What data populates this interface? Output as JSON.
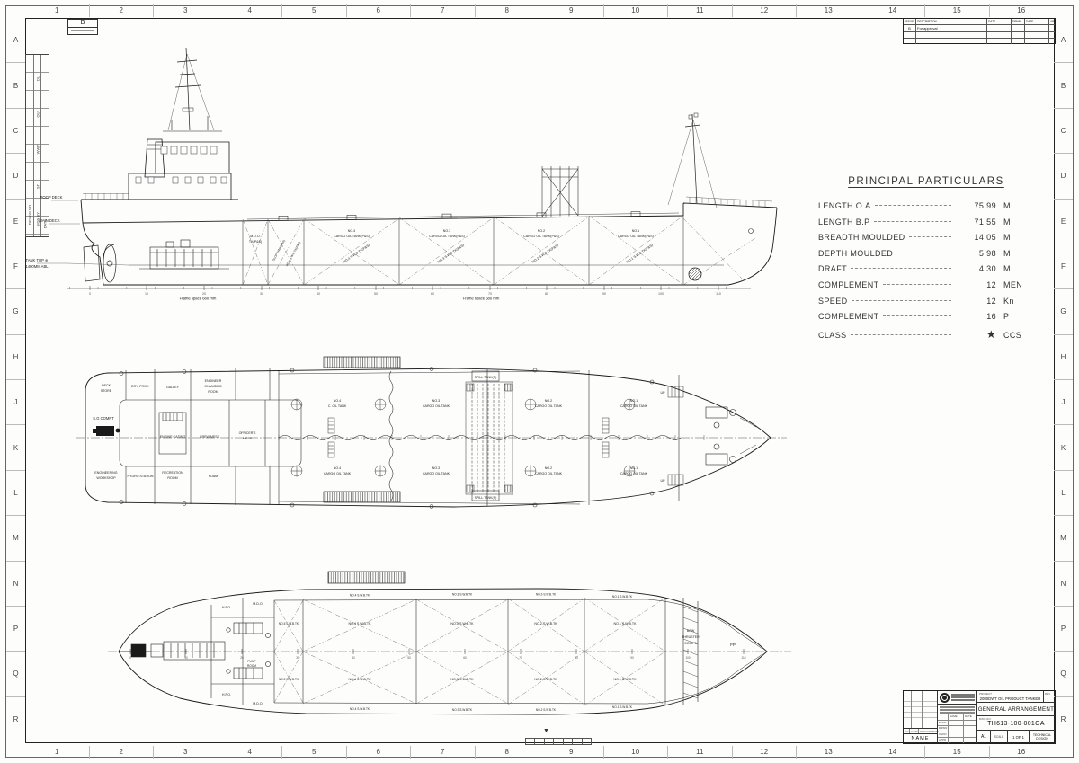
{
  "sheet": {
    "grid_numbers": [
      "1",
      "2",
      "3",
      "4",
      "5",
      "6",
      "7",
      "8",
      "9",
      "10",
      "11",
      "12",
      "13",
      "14",
      "15",
      "16"
    ],
    "grid_letters": [
      "A",
      "B",
      "C",
      "D",
      "E",
      "F",
      "G",
      "H",
      "J",
      "K",
      "L",
      "M",
      "N",
      "P",
      "Q",
      "R"
    ],
    "corner_rev": "B"
  },
  "revision_table": {
    "col_issue": "ISSUE",
    "col_desc": "DESCRIPTION",
    "col_date": "DATE",
    "col_drwn": "DRWN",
    "col_date2": "DATE",
    "col_appd": "APPD",
    "row_issue": "B",
    "row_desc": "For approval"
  },
  "signoff": {
    "col1": "DESIGN NO",
    "col2": "SIGN BY",
    "col3": "DATE",
    "entries": [
      "DL",
      "OU",
      "WWP",
      "ST"
    ]
  },
  "particulars": {
    "title": "PRINCIPAL PARTICULARS",
    "rows": [
      {
        "label": "LENGTH O.A",
        "value": "75.99",
        "unit": "M"
      },
      {
        "label": "LENGTH B.P",
        "value": "71.55",
        "unit": "M"
      },
      {
        "label": "BREADTH MOULDED",
        "value": "14.05",
        "unit": "M"
      },
      {
        "label": "DEPTH MOULDED",
        "value": "5.98",
        "unit": "M"
      },
      {
        "label": "DRAFT",
        "value": "4.30",
        "unit": "M"
      },
      {
        "label": "COMPLEMENT",
        "value": "12",
        "unit": "MEN"
      },
      {
        "label": "SPEED",
        "value": "12",
        "unit": "Kn"
      },
      {
        "label": "COMPLEMENT",
        "value": "16",
        "unit": "P"
      },
      {
        "label": "CLASS",
        "value": "★",
        "unit": "CCS"
      }
    ]
  },
  "title_block": {
    "project_label": "PROJECT",
    "project": "2080DWT OIL PRODUCT TANKER",
    "title": "GENERAL ARRANGEMENT",
    "dwg_label": "DWG.NO.",
    "dwg_no": "TH613-100-001GA",
    "size": "A1",
    "scale_label": "SCALE",
    "sheet": "1 OF 1",
    "dept": "TECHNICAL DESIGN",
    "name_label": "NAME",
    "no_label": "NO.",
    "date_label": "DATE",
    "desc_label": "DESCRIPTION",
    "sign_rows": [
      "DESN",
      "DRWN",
      "CHKD",
      "APPD"
    ],
    "sign_name": "NAME",
    "sign_date": "DATE",
    "rev_label": "REV."
  },
  "profile": {
    "deck_poop": "POOP DECK",
    "deck_main": "MAIN DECK",
    "tank_top_1": "TANK TOP ⊕",
    "tank_top_2": "1400MM ABL",
    "tanks": [
      {
        "no": "M.D.O.",
        "name": "TK(P&S)"
      },
      {
        "no": "NO.4",
        "name": "CARGO OIL TANK(P&S)"
      },
      {
        "no": "NO.3",
        "name": "CARGO OIL TANK(P&S)"
      },
      {
        "no": "NO.2",
        "name": "CARGO OIL TANK(P&S)"
      },
      {
        "no": "NO.1",
        "name": "CARGO OIL TANK(P&S)"
      }
    ],
    "diag": [
      "SLOP TANK(P&S)",
      "NO.5 S.W.B.TK(P&S)",
      "NO.4 S.W.B.TK(P&S)",
      "NO.3 S.W.B.TK(P&S)",
      "NO.2 S.W.B.TK(P&S)",
      "NO.1 S.W.B.TK(P&S)"
    ],
    "frame_note": "Frame space 680 mm"
  },
  "plan": {
    "rooms": {
      "deck_store": [
        "DECK",
        "STORE"
      ],
      "dry_prov": [
        "DRY. PROV."
      ],
      "galley": [
        "GALLEY"
      ],
      "eng_changing": [
        "ENGINEER",
        "CHANGING",
        "ROOM"
      ],
      "sg_compt": [
        "S.G COMPT"
      ],
      "engine_casing": [
        "ENGINE CASING"
      ],
      "crew_mess": [
        "CREW MESS"
      ],
      "officers_mess": [
        "OFFICER'S",
        "MESS"
      ],
      "workshop": [
        "ENGINEERING",
        "WORKSHOP"
      ],
      "hydro": [
        "HYDRO.STATION"
      ],
      "recreation": [
        "RECREATION",
        "ROOM"
      ],
      "foam": [
        "FOAM"
      ]
    },
    "tanks_p": [
      {
        "no": "NO.4",
        "name": "C. OIL TANK"
      },
      {
        "no": "NO.3",
        "name": "CARGO OIL TANK"
      },
      {
        "no": "NO.2",
        "name": "CARGO OIL TANK"
      },
      {
        "no": "NO.1",
        "name": "CARGO OIL TANK"
      }
    ],
    "tanks_s": [
      {
        "no": "NO.4",
        "name": "CARGO OIL TANK"
      },
      {
        "no": "NO.3",
        "name": "CARGO OIL TANK"
      },
      {
        "no": "NO.2",
        "name": "CARGO OIL TANK"
      },
      {
        "no": "NO.1",
        "name": "CARGO OIL TANK"
      }
    ],
    "spill_p": "SPILL TANK(P)",
    "spill_s": "SPILL TANK(S)",
    "up": "UP"
  },
  "bottom": {
    "tanks": [
      "NO.5 S.W.B.TK",
      "NO.4 S.W.B.TK",
      "NO.3-S.W.B.TK",
      "NO.2-S.W.B.TK",
      "NO.1 S.W.B.TK"
    ],
    "strip_top": [
      "NO.4 S.W.B.TK",
      "NO.3-S.W.B.TK",
      "NO.2-S.W.B.TK",
      "NO.1 S.W.B.TK"
    ],
    "strip_bot": [
      "NO.4 S.W.B.TK",
      "NO.3 S.W.B.TK",
      "NO.2 S.W.B.TK",
      "NO.1 S.W.B.TK"
    ],
    "hfo": "H.F.O.",
    "mdo": "M.D.O.",
    "pump": [
      "PUMP",
      "ROOM"
    ],
    "thruster": [
      "BOW",
      "THRUSTER",
      "COMPT."
    ],
    "fp": "FP"
  },
  "frames": [
    "0",
    "10",
    "20",
    "30",
    "40",
    "50",
    "60",
    "70",
    "80",
    "90",
    "100",
    "110"
  ]
}
